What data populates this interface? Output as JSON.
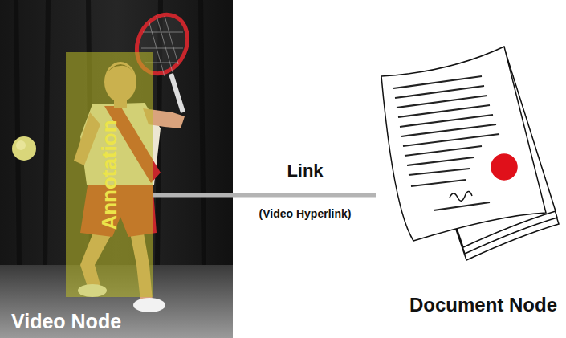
{
  "diagram": {
    "nodes": [
      {
        "text": [
          "Video Node"
        ]
      },
      {
        "text": [
          "Annotation"
        ],
        "in": 0
      },
      {
        "text": [
          "Document Node"
        ]
      }
    ],
    "edges": [
      {
        "from": 1,
        "to": 2,
        "label": "Link",
        "arrow": "none"
      }
    ],
    "labels": [
      "(Video Hyperlink)"
    ]
  }
}
